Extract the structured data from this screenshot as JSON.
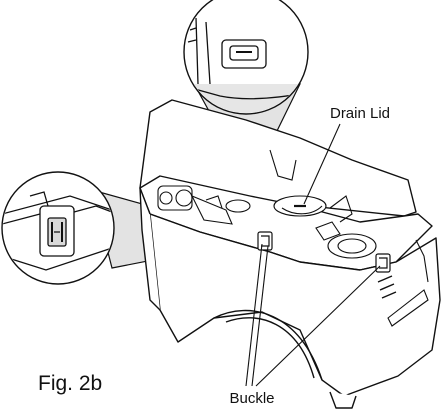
{
  "labels": {
    "drain_lid": "Drain Lid",
    "buckle": "Buckle",
    "figure": "Fig. 2b"
  },
  "colors": {
    "line": "#111111",
    "callout_fill": "#e6e6e6",
    "part_fill": "#ffffff"
  }
}
